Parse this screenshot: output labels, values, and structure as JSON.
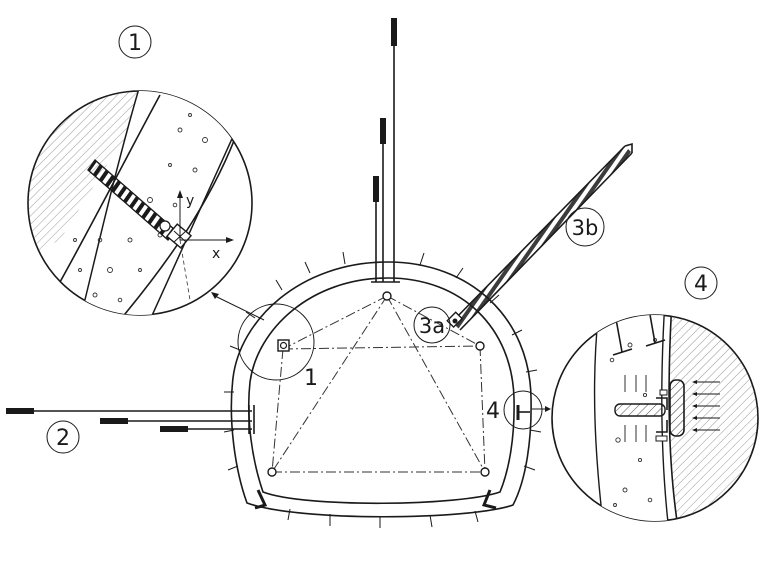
{
  "labels": {
    "detail1_number": "1",
    "detail4_number": "4",
    "label_1": "1",
    "label_2": "2",
    "label_3a": "3a",
    "label_3b": "3b",
    "label_4": "4",
    "axis_x": "x",
    "axis_y": "y"
  },
  "colors": {
    "ink": "#1a1a1a",
    "paper": "#ffffff",
    "hatch": "#555555"
  }
}
